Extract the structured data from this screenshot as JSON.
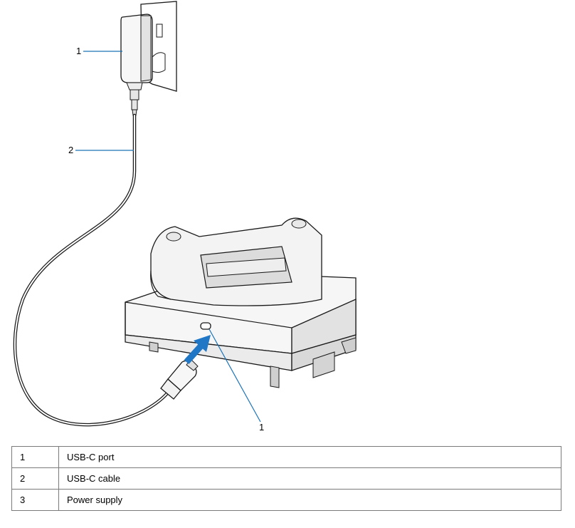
{
  "figure": {
    "callouts": [
      {
        "id": "power-supply",
        "label": "1"
      },
      {
        "id": "cable",
        "label": "2"
      },
      {
        "id": "port",
        "label": "1"
      }
    ],
    "colors": {
      "leader_line": "#1a73b8",
      "arrow": "#1f77c6",
      "drawing_stroke": "#1a1a1a",
      "dock_body": "#f5f5f5",
      "dock_shade": "#dadada"
    }
  },
  "legend": {
    "rows": [
      {
        "num": "1",
        "label": "USB-C port"
      },
      {
        "num": "2",
        "label": "USB-C cable"
      },
      {
        "num": "3",
        "label": "Power supply"
      }
    ]
  }
}
